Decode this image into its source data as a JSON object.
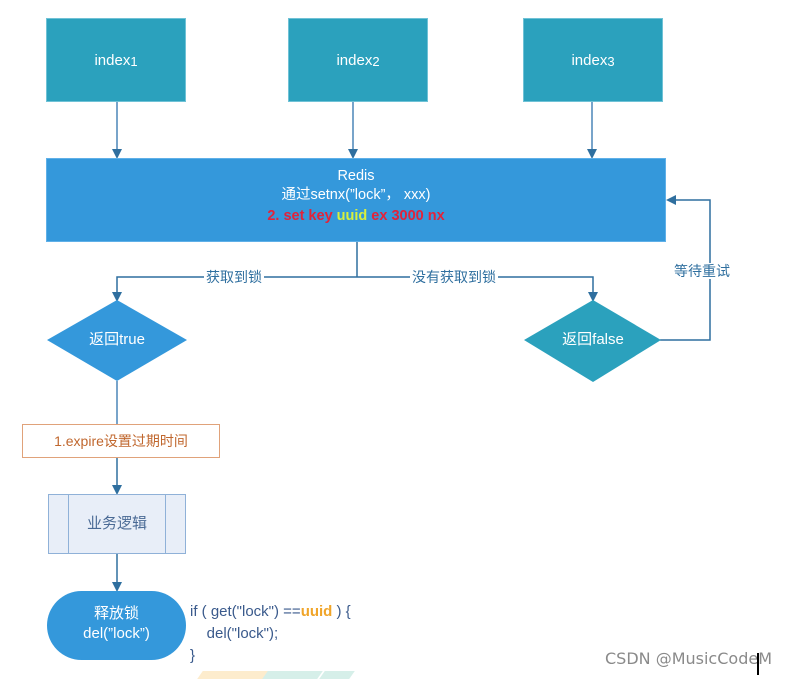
{
  "diagram": {
    "index_nodes": [
      {
        "label": "index",
        "sub": "1"
      },
      {
        "label": "index",
        "sub": "2"
      },
      {
        "label": "index",
        "sub": "3"
      }
    ],
    "redis_node": {
      "title": "Redis",
      "line2": "通过setnx(”lock”， xxx)",
      "line3_prefix": "2. set key ",
      "line3_highlight": "uuid",
      "line3_suffix": " ex 3000 nx"
    },
    "edge_labels": {
      "got_lock": "获取到锁",
      "not_got_lock": "没有获取到锁",
      "wait_retry": "等待重试"
    },
    "decision_true": "返回true",
    "decision_false": "返回false",
    "expire_step": "1.expire设置过期时间",
    "business_logic": "业务逻辑",
    "release_node": {
      "line1": "释放锁",
      "line2": "del(”lock”)"
    },
    "code_snippet": {
      "line1_prefix": "if ( get(\"lock\") ==",
      "line1_highlight": "uuid",
      "line1_suffix": " ) {",
      "line2": "    del(\"lock\");",
      "line3": "}"
    },
    "colors": {
      "index_fill": "#2ba1bd",
      "redis_fill": "#3498db",
      "decision_true_fill": "#3498db",
      "decision_false_fill": "#2ba1bd",
      "highlight_red": "#e2233a",
      "highlight_yellow": "#d8f03c",
      "code_uuid": "#f0a52a",
      "connector": "#2f6f9f"
    }
  },
  "watermark": "CSDN @MusicCodeM"
}
